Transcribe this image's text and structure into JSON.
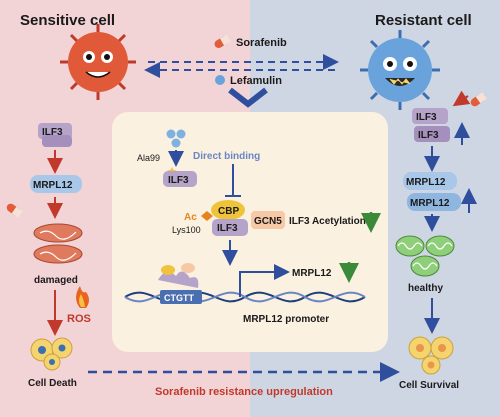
{
  "panels": {
    "left_title": "Sensitive cell",
    "right_title": "Resistant cell",
    "left_bg": "#f2d3d6",
    "right_bg": "#cfd6e3"
  },
  "drugs": {
    "sorafenib": "Sorafenib",
    "lefamulin": "Lefamulin"
  },
  "left_pathway": {
    "ilf3": "ILF3",
    "mrpl12": "MRPL12",
    "damaged": "damaged",
    "ros": "ROS",
    "cell_death": "Cell Death"
  },
  "right_pathway": {
    "ilf3_top": "ILF3",
    "ilf3_bottom": "ILF3",
    "mrpl12_top": "MRPL12",
    "mrpl12_bottom": "MRPL12",
    "healthy": "healthy",
    "cell_survival": "Cell Survival"
  },
  "center": {
    "ala99": "Ala99",
    "direct_binding": "Direct binding",
    "ilf3_bound": "ILF3",
    "cbp": "CBP",
    "ilf3_complex": "ILF3",
    "gcn5": "GCN5",
    "ac": "Ac",
    "lys100": "Lys100",
    "acetylation": "ILF3 Acetylation",
    "mrpl12_gene": "MRPL12",
    "ctgtt": "CTGTT",
    "promoter": "MRPL12 promoter"
  },
  "bottom_caption": "Sorafenib resistance upregulation",
  "colors": {
    "arrow_blue": "#2f4f9e",
    "arrow_red": "#c0392b",
    "down_green": "#3a8a3a",
    "ilf3_fill": "#b6a3c9",
    "mrpl12_fill": "#a9c7e8",
    "cbp_fill": "#f0c43a",
    "gcn5_fill": "#f6c8a6",
    "center_bg": "#faf1e0",
    "caption_red": "#c0392b",
    "binding_blue": "#6a86c2"
  }
}
